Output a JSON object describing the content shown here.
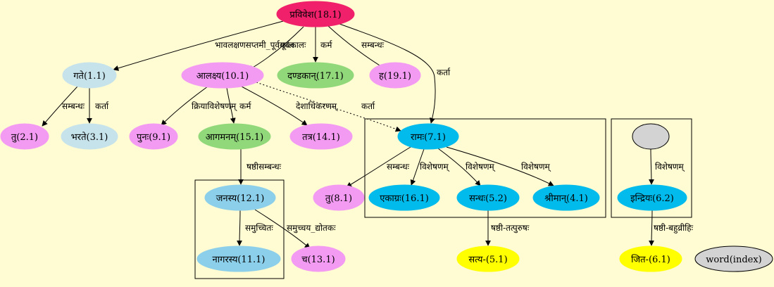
{
  "colors": {
    "background": "#fffbd2",
    "magenta": "#f0206a",
    "light_blue": "#c6e3ec",
    "pink": "#f39af3",
    "green": "#91d87a",
    "cyan": "#00bbec",
    "sky_blue": "#8ccfea",
    "yellow": "#ffff00",
    "gray": "#d3d3d3"
  },
  "nodes": [
    {
      "id": "n18",
      "label": "प्रविवेश(18.1)",
      "color": "magenta"
    },
    {
      "id": "n1",
      "label": "गते(1.1)",
      "color": "light_blue"
    },
    {
      "id": "n10",
      "label": "आलक्ष्य(10.1)",
      "color": "pink"
    },
    {
      "id": "n17",
      "label": "दण्डकान्(17.1)",
      "color": "green"
    },
    {
      "id": "n19",
      "label": "ह(19.1)",
      "color": "pink"
    },
    {
      "id": "n2",
      "label": "तु(2.1)",
      "color": "pink"
    },
    {
      "id": "n3",
      "label": "भरते(3.1)",
      "color": "light_blue"
    },
    {
      "id": "n9",
      "label": "पुनः(9.1)",
      "color": "pink"
    },
    {
      "id": "n15",
      "label": "आगमनम्(15.1)",
      "color": "green"
    },
    {
      "id": "n14",
      "label": "तत्र(14.1)",
      "color": "pink"
    },
    {
      "id": "n7",
      "label": "रामः(7.1)",
      "color": "cyan"
    },
    {
      "id": "nblank",
      "label": "",
      "color": "gray"
    },
    {
      "id": "n12",
      "label": "जनस्य(12.1)",
      "color": "sky_blue"
    },
    {
      "id": "n8",
      "label": "तु(8.1)",
      "color": "pink"
    },
    {
      "id": "n16",
      "label": "एकाग्रः(16.1)",
      "color": "cyan"
    },
    {
      "id": "n5_2",
      "label": "सन्धः(5.2)",
      "color": "cyan"
    },
    {
      "id": "n4",
      "label": "श्रीमान्(4.1)",
      "color": "cyan"
    },
    {
      "id": "n6_2",
      "label": "इन्द्रियः(6.2)",
      "color": "cyan"
    },
    {
      "id": "n11",
      "label": "नागरस्य(11.1)",
      "color": "sky_blue"
    },
    {
      "id": "n13",
      "label": "च(13.1)",
      "color": "pink"
    },
    {
      "id": "n5_1",
      "label": "सत्य-(5.1)",
      "color": "yellow"
    },
    {
      "id": "n6_1",
      "label": "जित-(6.1)",
      "color": "yellow"
    },
    {
      "id": "nlegend",
      "label": "word(index)",
      "color": "gray"
    }
  ],
  "edges": [
    {
      "from": "n18",
      "to": "n1",
      "label": "भावलक्षणसप्तमी_पूर्वकालः"
    },
    {
      "from": "n18",
      "to": "n10",
      "label": "पूर्वकालः"
    },
    {
      "from": "n18",
      "to": "n17",
      "label": "कर्म"
    },
    {
      "from": "n18",
      "to": "n19",
      "label": "सम्बन्धः"
    },
    {
      "from": "n18",
      "to": "n7",
      "label": "कर्ता"
    },
    {
      "from": "n1",
      "to": "n2",
      "label": "सम्बन्धः"
    },
    {
      "from": "n1",
      "to": "n3",
      "label": "कर्ता"
    },
    {
      "from": "n10",
      "to": "n9",
      "label": "क्रियाविशेषणम्"
    },
    {
      "from": "n10",
      "to": "n15",
      "label": "कर्म"
    },
    {
      "from": "n10",
      "to": "n14",
      "label": "देशाधिकरणम्"
    },
    {
      "from": "n10",
      "to": "n7",
      "label": "कर्ता",
      "style": "dotted"
    },
    {
      "from": "n15",
      "to": "n12",
      "label": "षष्ठीसम्बन्धः"
    },
    {
      "from": "n7",
      "to": "n8",
      "label": "सम्बन्धः"
    },
    {
      "from": "n7",
      "to": "n16",
      "label": "विशेषणम्"
    },
    {
      "from": "n7",
      "to": "n5_2",
      "label": "विशेषणम्"
    },
    {
      "from": "n7",
      "to": "n4",
      "label": "विशेषणम्"
    },
    {
      "from": "nblank",
      "to": "n6_2",
      "label": "विशेषणम्"
    },
    {
      "from": "n12",
      "to": "n11",
      "label": "समुच्चितः"
    },
    {
      "from": "n12",
      "to": "n13",
      "label": "समुच्चय_द्योतकः"
    },
    {
      "from": "n5_2",
      "to": "n5_1",
      "label": "षष्ठी-तत्पुरुषः"
    },
    {
      "from": "n6_2",
      "to": "n6_1",
      "label": "षष्ठी-बहुव्रीहिः"
    }
  ]
}
